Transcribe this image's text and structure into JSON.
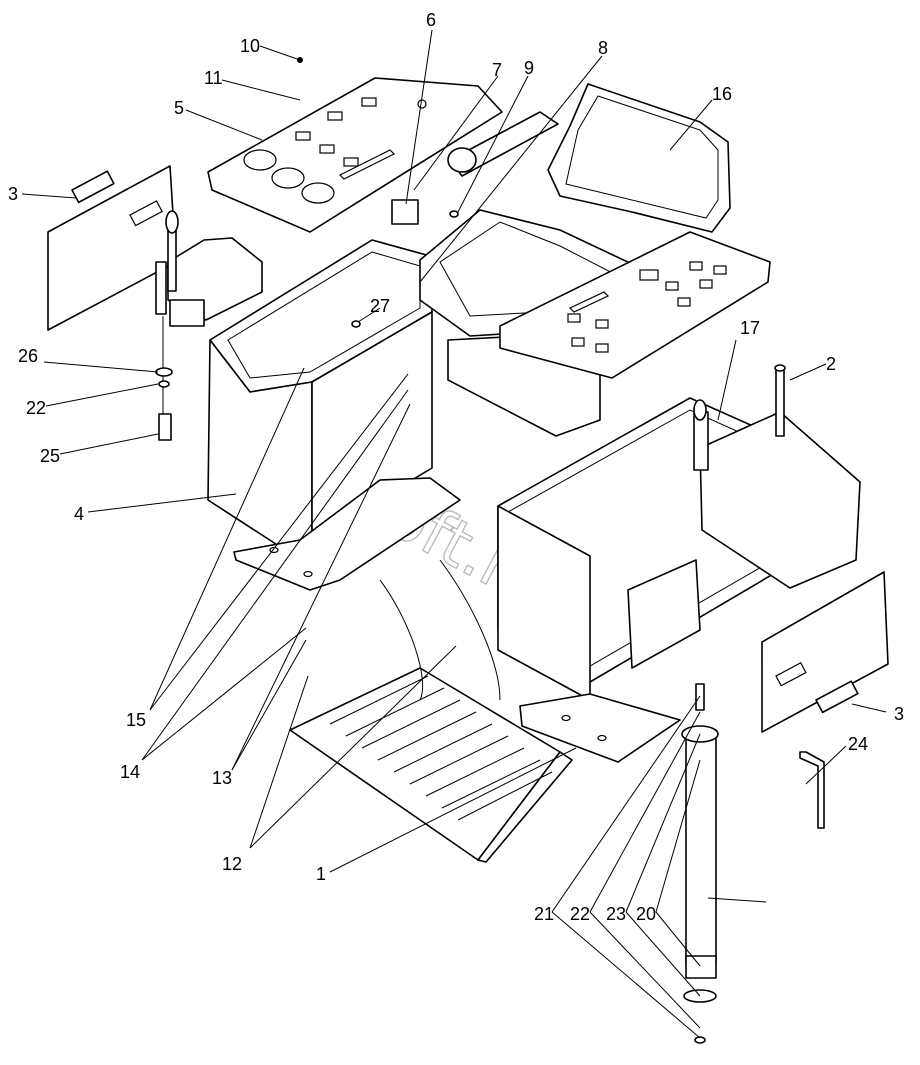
{
  "watermark": "AutoSoft.ru",
  "callouts": {
    "c1": "1",
    "c2": "2",
    "c3a": "3",
    "c3b": "3",
    "c4": "4",
    "c5": "5",
    "c6": "6",
    "c7": "7",
    "c8": "8",
    "c9": "9",
    "c10": "10",
    "c11": "11",
    "c12": "12",
    "c13": "13",
    "c14": "14",
    "c15": "15",
    "c16": "16",
    "c17": "17",
    "c20": "20",
    "c21": "21",
    "c22a": "22",
    "c22b": "22",
    "c23": "23",
    "c24": "24",
    "c25": "25",
    "c26": "26",
    "c27": "27"
  }
}
